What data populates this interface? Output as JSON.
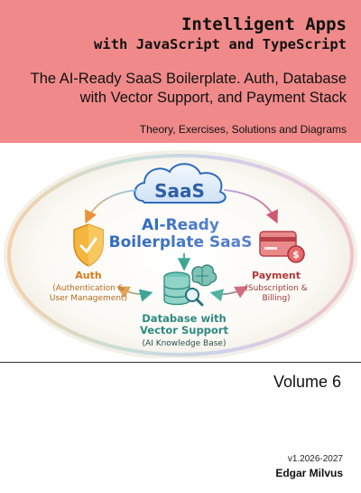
{
  "header": {
    "title_line1": "Intelligent Apps",
    "title_line2": "with JavaScript and TypeScript",
    "subtitle_line1": "The AI-Ready SaaS Boilerplate. Auth, Database",
    "subtitle_line2": "with Vector Support, and Payment Stack",
    "tagline": "Theory, Exercises, Solutions and Diagrams"
  },
  "diagram": {
    "cloud_label": "SaaS",
    "center_line1": "AI-Ready",
    "center_line2": "Boilerplate SaaS",
    "auth": {
      "title": "Auth",
      "line1": "(Authentication &",
      "line2": "User Management)"
    },
    "payment": {
      "title": "Payment",
      "line1": "(Subscription &",
      "line2": "Billing)"
    },
    "database": {
      "title_line1": "Database with",
      "title_line2": "Vector Support",
      "line3": "(AI Knowledge Base)"
    },
    "icons": [
      "cloud-icon",
      "shield-icon",
      "credit-card-icon",
      "dollar-coin-icon",
      "database-icon",
      "brain-icon",
      "magnifier-icon"
    ],
    "colors": {
      "auth_orange": "#d97a1a",
      "payment_red": "#b03a3a",
      "db_teal": "#2e8a80",
      "boilerplate_blue": "#3b73c4"
    }
  },
  "footer": {
    "volume": "Volume 6",
    "version": "v1.2026-2027",
    "author": "Edgar Milvus"
  }
}
